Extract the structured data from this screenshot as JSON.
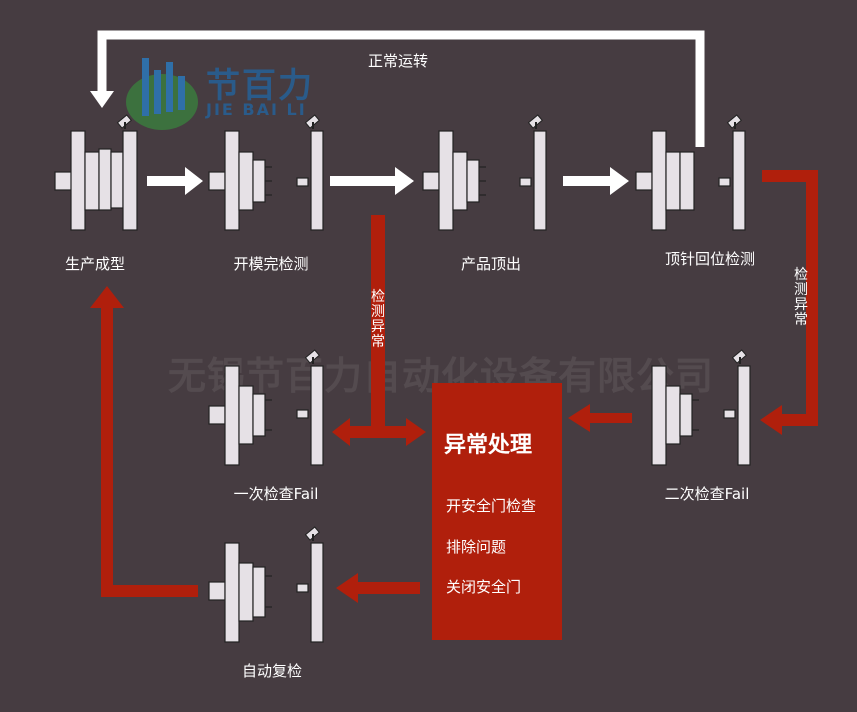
{
  "flow_top": {
    "normal_run": "正常运转"
  },
  "stages": {
    "molding": "生产成型",
    "open_check": "开模完检测",
    "eject": "产品顶出",
    "pin_return_check": "顶针回位检测",
    "first_check_fail": "一次检查Fail",
    "second_check_fail": "二次检查Fail",
    "auto_recheck": "自动复检"
  },
  "anomaly_labels": {
    "left": "检测异常",
    "right": "检测异常"
  },
  "handling": {
    "title": "异常处理",
    "steps": [
      "开安全门检查",
      "排除问题",
      "关闭安全门"
    ]
  },
  "watermark": "无锡节百力自动化设备有限公司",
  "logo": {
    "cn": "节百力",
    "en": "JIE BAI LI"
  },
  "colors": {
    "background": "#463c41",
    "accent_red": "#b01f0c",
    "arrow_white": "#ffffff",
    "mold_fill": "#e6e1e6"
  }
}
